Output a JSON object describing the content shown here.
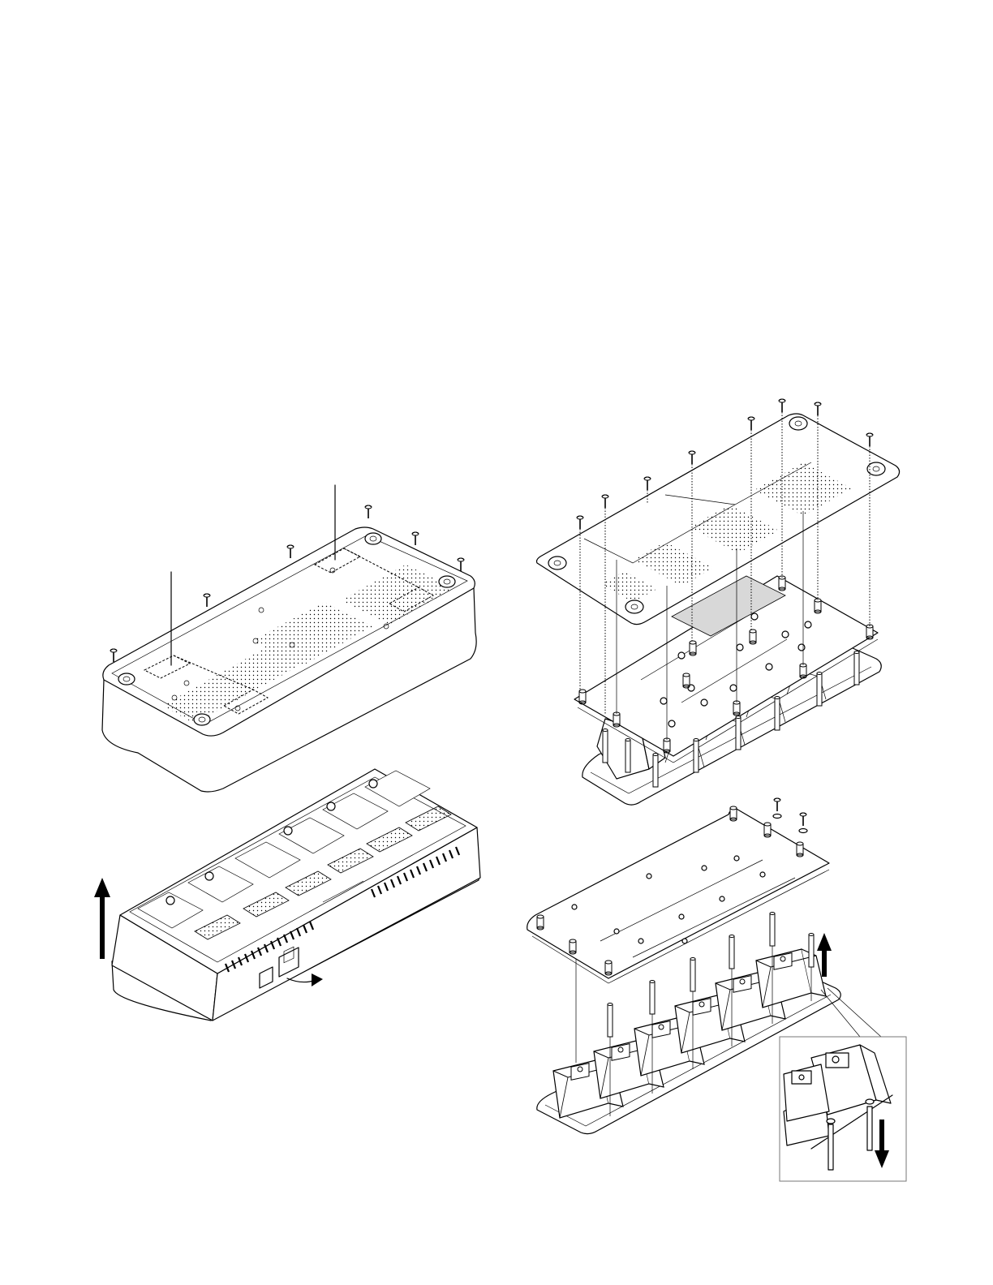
{
  "figures": [
    {
      "id": "bottom-case-screws"
    },
    {
      "id": "case-lift-off"
    },
    {
      "id": "bottom-plate-exploded"
    },
    {
      "id": "pcb-and-holders-exploded"
    },
    {
      "id": "detail-inset"
    }
  ]
}
